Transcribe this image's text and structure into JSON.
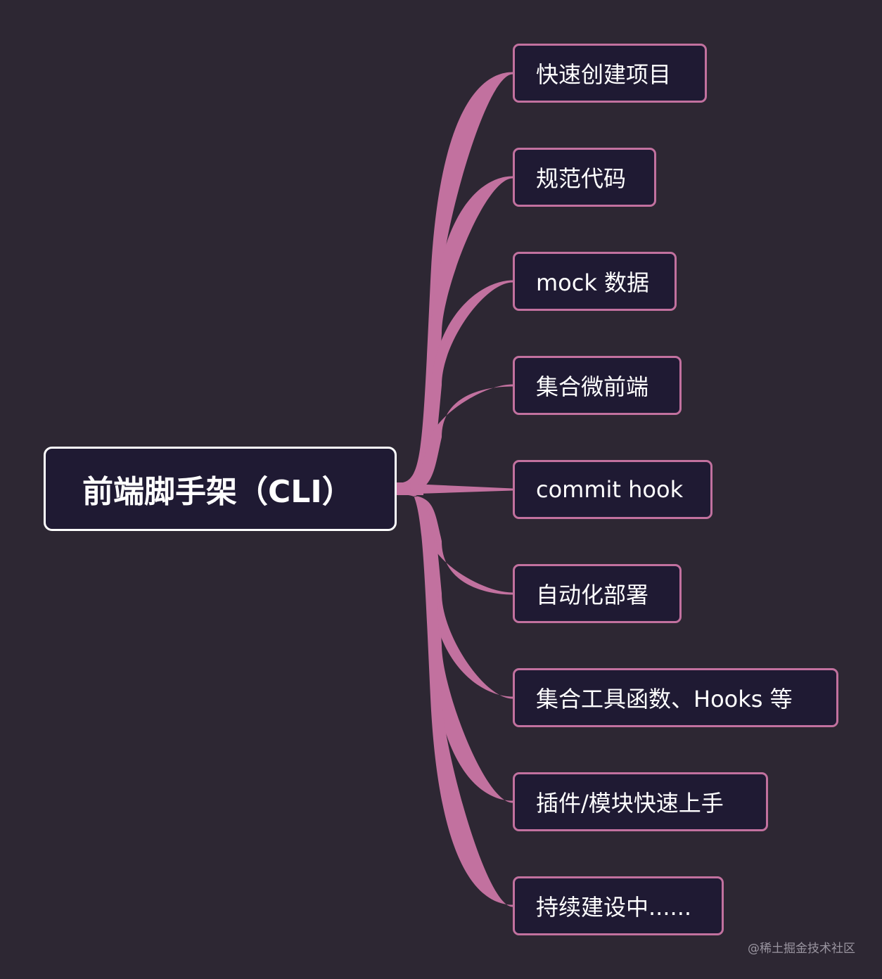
{
  "root": {
    "label": "前端脚手架（CLI）"
  },
  "branches": [
    {
      "label": "快速创建项目"
    },
    {
      "label": "规范代码"
    },
    {
      "label": "mock 数据"
    },
    {
      "label": "集合微前端"
    },
    {
      "label": "commit hook"
    },
    {
      "label": "自动化部署"
    },
    {
      "label": "集合工具函数、Hooks 等"
    },
    {
      "label": "插件/模块快速上手"
    },
    {
      "label": "持续建设中......"
    }
  ],
  "footer": {
    "watermark": "@稀土掘金技术社区"
  },
  "colors": {
    "background": "#2d2733",
    "node_fill": "#1f1a33",
    "connector": "#c2719f",
    "root_border": "#ffffff",
    "text": "#ffffff"
  }
}
